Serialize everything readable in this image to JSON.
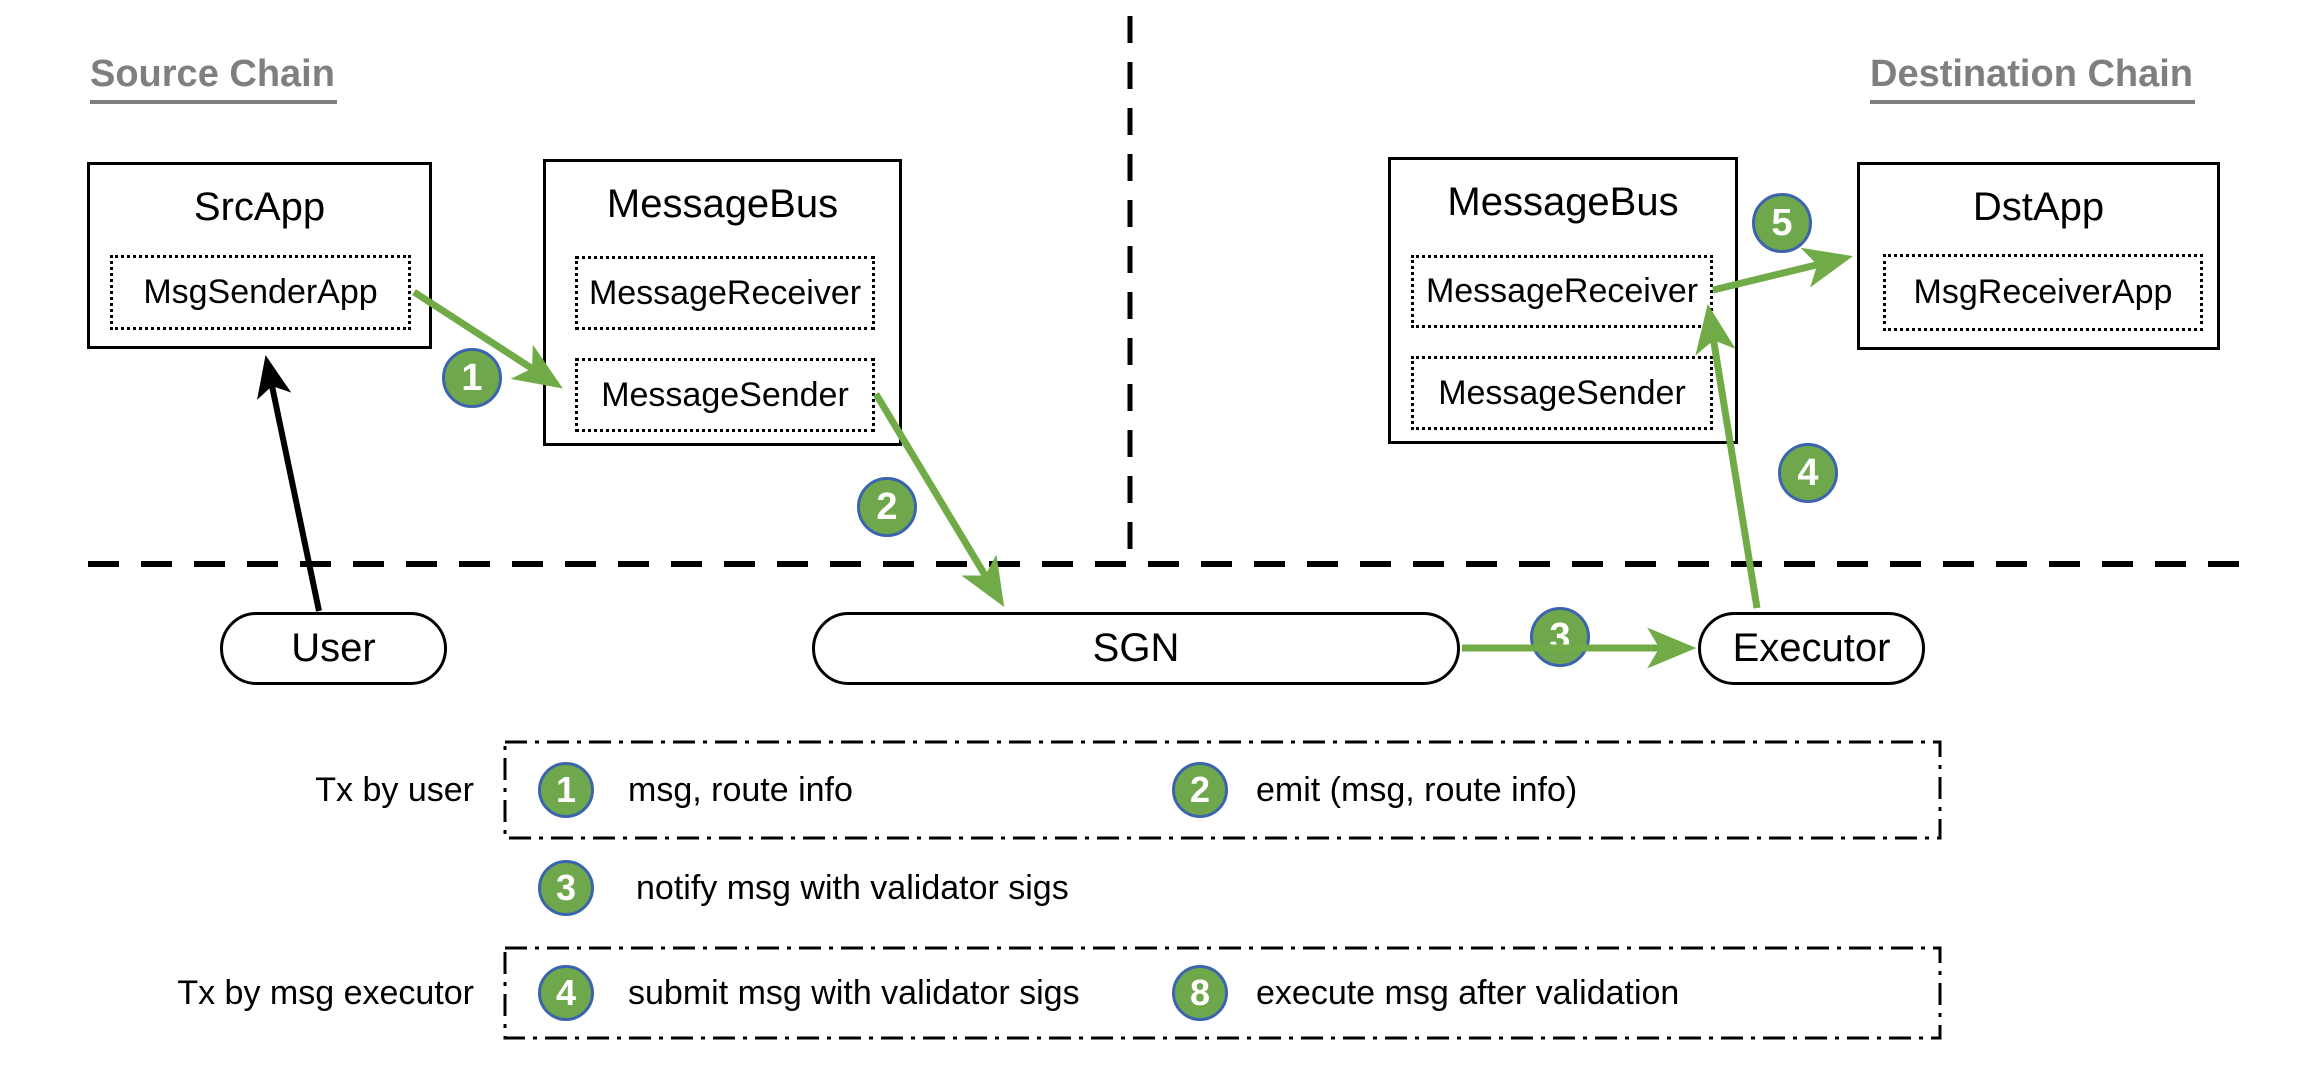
{
  "headings": {
    "source": "Source Chain",
    "destination": "Destination Chain"
  },
  "boxes": {
    "src_app": {
      "title": "SrcApp",
      "child": "MsgSenderApp"
    },
    "bus_src": {
      "title": "MessageBus",
      "receiver": "MessageReceiver",
      "sender": "MessageSender"
    },
    "bus_dst": {
      "title": "MessageBus",
      "receiver": "MessageReceiver",
      "sender": "MessageSender"
    },
    "dst_app": {
      "title": "DstApp",
      "child": "MsgReceiverApp"
    }
  },
  "pills": {
    "user": "User",
    "sgn": "SGN",
    "executor": "Executor"
  },
  "markers": {
    "m1": "1",
    "m2": "2",
    "m3": "3",
    "m4": "4",
    "m5": "5"
  },
  "legend": {
    "row1_label": "Tx by user",
    "row2_label": "Tx by msg executor",
    "item1": {
      "num": "1",
      "text": "msg, route info"
    },
    "item2": {
      "num": "2",
      "text": "emit (msg, route info)"
    },
    "item3": {
      "num": "3",
      "text": "notify msg with validator sigs"
    },
    "item4": {
      "num": "4",
      "text": "submit msg with validator sigs"
    },
    "item5": {
      "num": "8",
      "text": "execute msg after validation"
    }
  },
  "colors": {
    "arrow_green": "#71ab47",
    "circle_green": "#6fa84c",
    "circle_ring_blue": "#3b64ad",
    "heading_gray": "#7f7f7f",
    "line_black": "#000000"
  }
}
